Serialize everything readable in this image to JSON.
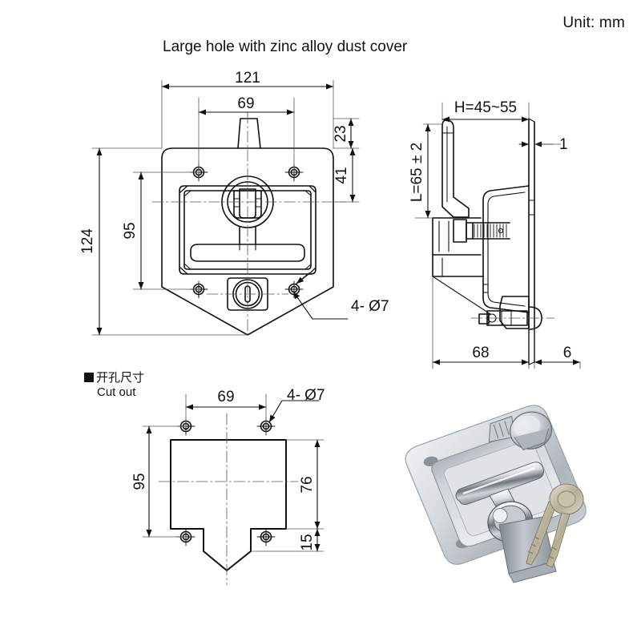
{
  "unit": {
    "label": "Unit:  mm"
  },
  "title": "Large hole with zinc alloy dust cover",
  "cutout": {
    "cn": "开孔尺寸",
    "en": "Cut out",
    "bullet": "square-bullet"
  },
  "front_view": {
    "name": "front-view",
    "dimensions": {
      "overall_width": "121",
      "hole_spacing_h": "69",
      "overall_height": "124",
      "bezel_height": "95",
      "top_offset": "23",
      "upper_band": "41",
      "hole_note": "4- Ø7"
    }
  },
  "side_view": {
    "name": "side-view",
    "dimensions": {
      "grip_height": "H=45~55",
      "shaft_length": "L=65 ± 2",
      "plate_thickness": "1",
      "depth": "68",
      "rear_projection": "6"
    }
  },
  "cutout_view": {
    "name": "cutout-view",
    "dimensions": {
      "hole_spacing_h": "69",
      "hole_note": "4- Ø7",
      "hole_spacing_v": "95",
      "opening_height": "76",
      "tab_height": "15"
    }
  },
  "product_photo": {
    "name": "product-photo",
    "parts": [
      "t-handle-lock",
      "dust-cover",
      "mounting-plate",
      "shaft",
      "keys"
    ]
  },
  "colors": {
    "line": "#111111",
    "thin": "#555555",
    "steel_light": "#e8eaec",
    "steel_mid": "#b9bfc5",
    "steel_dark": "#7e868e",
    "chrome_hi": "#fbfcfd",
    "shaft": "#9aa3ab",
    "key_gold": "#cdbf9a"
  }
}
